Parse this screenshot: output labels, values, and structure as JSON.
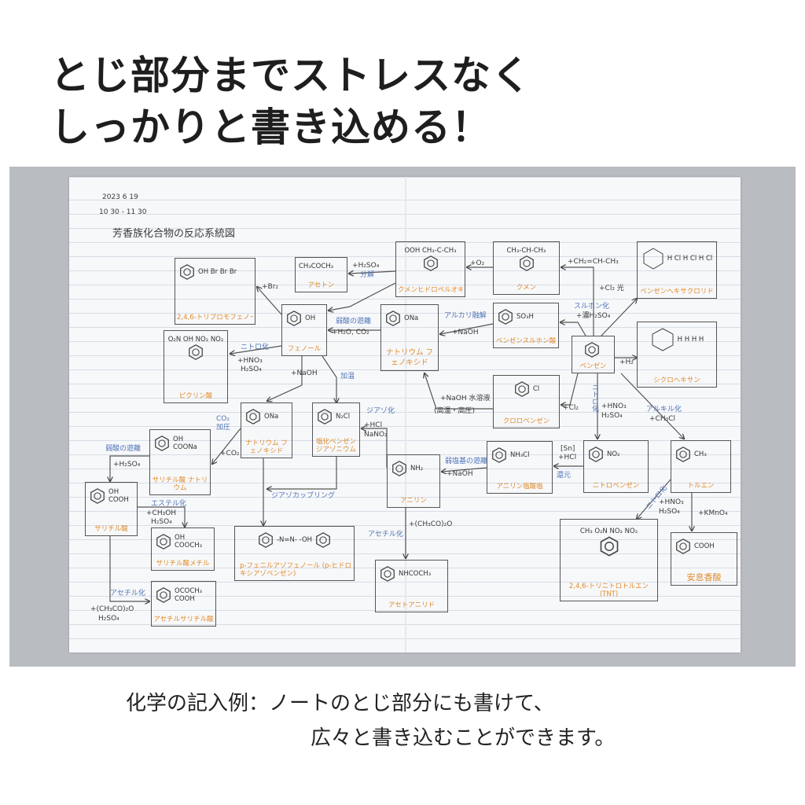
{
  "headline": [
    "とじ部分までストレスなく",
    "しっかりと書き込める！"
  ],
  "caption": [
    "化学の記入例：ノートのとじ部分にも書けて、",
    "広々と書き込むことができます。"
  ],
  "note": {
    "date": "2023  6  19",
    "time": "10  30  -  11  30",
    "title": "芳香族化合物の反応系統図",
    "compounds": [
      {
        "formula": "OH Br Br Br",
        "name": "2,4,6-トリブロモフェノール"
      },
      {
        "formula": "CH₃COCH₃",
        "name": "アセトン"
      },
      {
        "formula": "OOH CH₃-C-CH₃",
        "name": "クメンヒドロペルオキシド"
      },
      {
        "formula": "CH₃-CH-CH₃",
        "name": "クメン"
      },
      {
        "formula": "H Cl H Cl H Cl",
        "name": "ベンゼンヘキサクロリド"
      },
      {
        "formula": "OH",
        "name": "フェノール"
      },
      {
        "formula": "ONa",
        "name": "ナトリウム フェノキシド"
      },
      {
        "formula": "SO₃H",
        "name": "ベンゼンスルホン酸"
      },
      {
        "formula": "",
        "name": "ベンゼン"
      },
      {
        "formula": "H H H H",
        "name": "シクロヘキサン"
      },
      {
        "formula": "O₂N OH NO₂ NO₂",
        "name": "ピクリン酸"
      },
      {
        "formula": "Cl",
        "name": "クロロベンゼン"
      },
      {
        "formula": "ONa",
        "name": "ナトリウム フェノキシド"
      },
      {
        "formula": "N₂Cl",
        "name": "塩化ベンゼン ジアゾニウム"
      },
      {
        "formula": "OH COONa",
        "name": "サリチル酸 ナトリウム"
      },
      {
        "formula": "OH COOH",
        "name": "サリチル酸"
      },
      {
        "formula": "NH₂",
        "name": "アニリン"
      },
      {
        "formula": "NH₃Cl",
        "name": "アニリン塩酸塩"
      },
      {
        "formula": "NO₂",
        "name": "ニトロベンゼン"
      },
      {
        "formula": "CH₃",
        "name": "トルエン"
      },
      {
        "formula": "OH COOCH₃",
        "name": "サリチル酸メチル"
      },
      {
        "formula": "-N=N- -OH",
        "name": "p-フェニルアゾフェノール (p-ヒドロキシアゾベンゼン)"
      },
      {
        "formula": "OCOCH₃ COOH",
        "name": "アセチルサリチル酸"
      },
      {
        "formula": "NHCOCH₃",
        "name": "アセトアニリド"
      },
      {
        "formula": "CH₃ O₂N NO₂ NO₂",
        "name": "2,4,6-トリニトロトルエン (TNT)"
      },
      {
        "formula": "COOH",
        "name": "安息香酸"
      }
    ],
    "reagents": [
      "+Br₂",
      "+H₂SO₄",
      "+O₂",
      "+CH₂=CH-CH₃",
      "+Cl₂ 光",
      "+濃H₂SO₄",
      "+NaOH",
      "+H₂O, CO₂",
      "+HNO₃",
      "H₂SO₄",
      "+NaOH",
      "+H₂",
      "+NaOH 水溶液",
      "(高温・高圧)",
      "+Cl₂",
      "+HNO₃",
      "H₂SO₄",
      "+CH₃Cl",
      "+CO₂",
      "+HCl",
      "NaNO₂",
      "+H₂SO₄",
      "+NaOH",
      "[Sn]",
      "+HCl",
      "+CH₃OH",
      "H₂SO₄",
      "+(CH₃CO)₂O",
      "+HNO₃",
      "H₂SO₄",
      "+KMnO₄",
      "+(CH₃CO)₂O",
      "H₂SO₄"
    ],
    "conditions": [
      "分解",
      "スルホン化",
      "アルカリ融解",
      "弱酸の遊離",
      "ニトロ化",
      "加温",
      "ニトロ化",
      "アルキル化",
      "CO₂ 加圧",
      "ジアゾ化",
      "弱酸の遊離",
      "ジアゾカップリング",
      "弱塩基の遊離",
      "還元",
      "エステル化",
      "アセチル化",
      "ニトロ化",
      "アセチル化"
    ]
  }
}
